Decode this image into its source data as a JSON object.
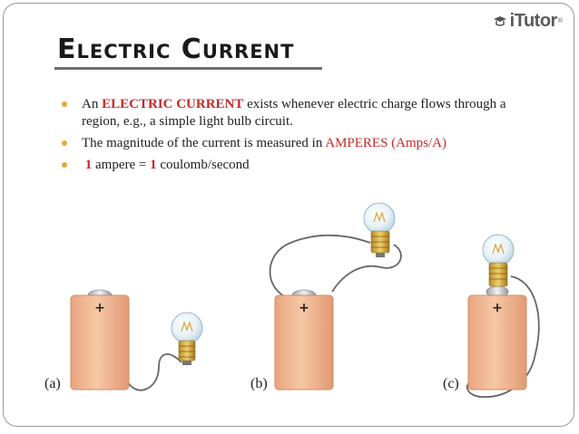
{
  "logo": {
    "text": "iTutor",
    "reg": "®"
  },
  "title": "Electric Current",
  "bullets": [
    {
      "pre": "An ",
      "highlight": "ELECTRIC CURRENT",
      "post": " exists whenever electric charge flows through a region, e.g., a simple  light bulb circuit."
    },
    {
      "pre": "The magnitude of the current is measured in ",
      "highlight": "AMPERES (Amps/A)"
    },
    {
      "num1": "1",
      "mid": " ampere =  ",
      "num2": "1",
      "post": " coulomb/second"
    }
  ],
  "figure": {
    "terminal_symbol": "+",
    "panels": [
      "(a)",
      "(b)",
      "(c)"
    ]
  },
  "colors": {
    "highlight": "#c82828",
    "bullet": "#e8a838",
    "battery": "#f2b894",
    "battery_edge": "#d08c66"
  }
}
